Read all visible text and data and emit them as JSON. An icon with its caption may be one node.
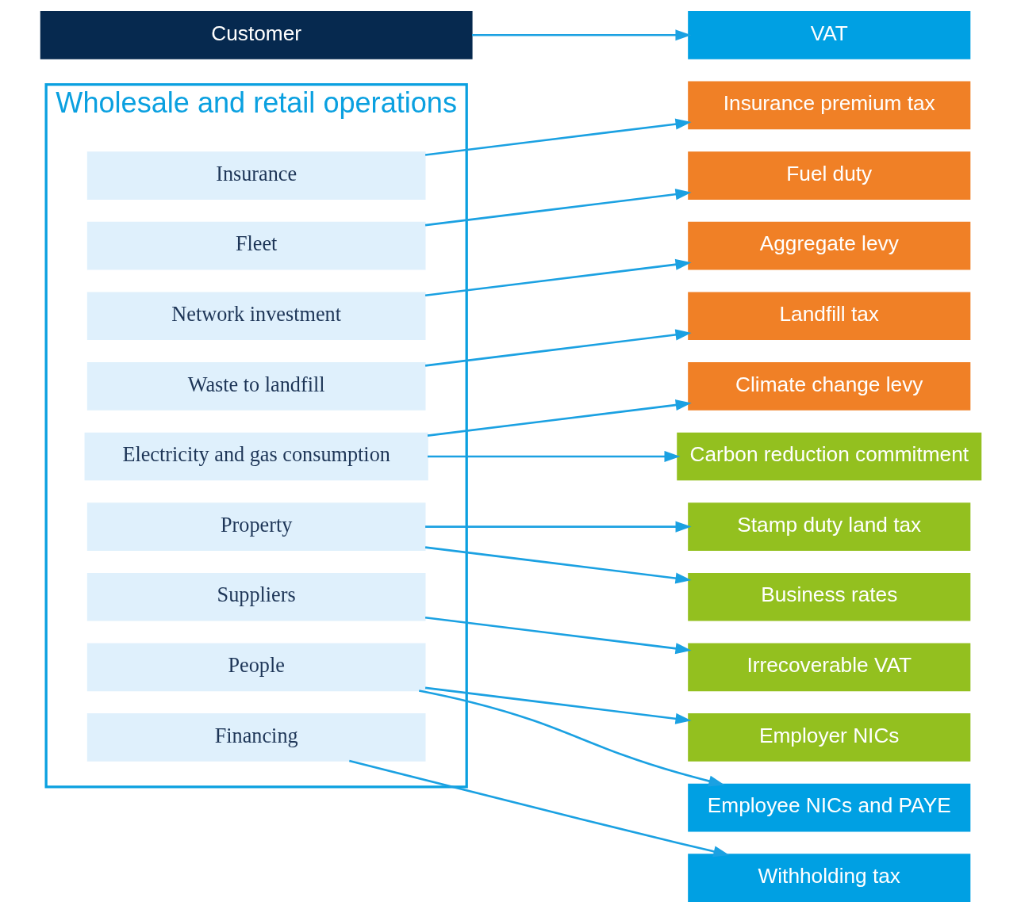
{
  "diagram": {
    "nodes": [
      {
        "text": [
          "Wholesale and retail operations"
        ]
      },
      {
        "text": [
          "Insurance"
        ],
        "in": 0
      },
      {
        "text": [
          "Fleet"
        ],
        "in": 0
      },
      {
        "text": [
          "Network investment"
        ],
        "in": 0
      },
      {
        "text": [
          "Waste to landfill"
        ],
        "in": 0
      },
      {
        "text": [
          "Electricity and gas consumption"
        ],
        "in": 0
      },
      {
        "text": [
          "Property"
        ],
        "in": 0
      },
      {
        "text": [
          "Suppliers"
        ],
        "in": 0
      },
      {
        "text": [
          "People"
        ],
        "in": 0
      },
      {
        "text": [
          "Financing"
        ],
        "in": 0
      },
      {
        "text": [
          "Customer"
        ]
      },
      {
        "text": [
          "Insurance premium tax"
        ]
      },
      {
        "text": [
          "Fuel duty"
        ]
      },
      {
        "text": [
          "Aggregate levy"
        ]
      },
      {
        "text": [
          "Landfill tax"
        ]
      },
      {
        "text": [
          "Climate change levy"
        ]
      },
      {
        "text": [
          "Carbon reduction commitment"
        ]
      },
      {
        "text": [
          "Stamp duty land tax"
        ]
      },
      {
        "text": [
          "Business rates"
        ]
      },
      {
        "text": [
          "Irrecoverable VAT"
        ]
      },
      {
        "text": [
          "Employer NICs"
        ]
      },
      {
        "text": [
          "Employee NICs and PAYE"
        ]
      },
      {
        "text": [
          "Withholding tax"
        ]
      },
      {
        "text": [
          "VAT"
        ]
      }
    ],
    "edges": [
      {
        "from": 1,
        "to": 11,
        "arrow": "to"
      },
      {
        "from": 2,
        "to": 12,
        "arrow": "to"
      },
      {
        "from": 3,
        "to": 13,
        "arrow": "to"
      },
      {
        "from": 4,
        "to": 14,
        "arrow": "to"
      },
      {
        "from": 5,
        "to": 15,
        "arrow": "to"
      },
      {
        "from": 5,
        "to": 16,
        "arrow": "to"
      },
      {
        "from": 6,
        "to": 17,
        "arrow": "to"
      },
      {
        "from": 6,
        "to": 18,
        "arrow": "to"
      },
      {
        "from": 7,
        "to": 19,
        "arrow": "to"
      },
      {
        "from": 8,
        "to": 20,
        "arrow": "to"
      },
      {
        "from": 8,
        "to": 21,
        "arrow": "to"
      },
      {
        "from": 9,
        "to": 22,
        "arrow": "to"
      },
      {
        "from": 10,
        "to": 23,
        "arrow": "to"
      }
    ]
  }
}
